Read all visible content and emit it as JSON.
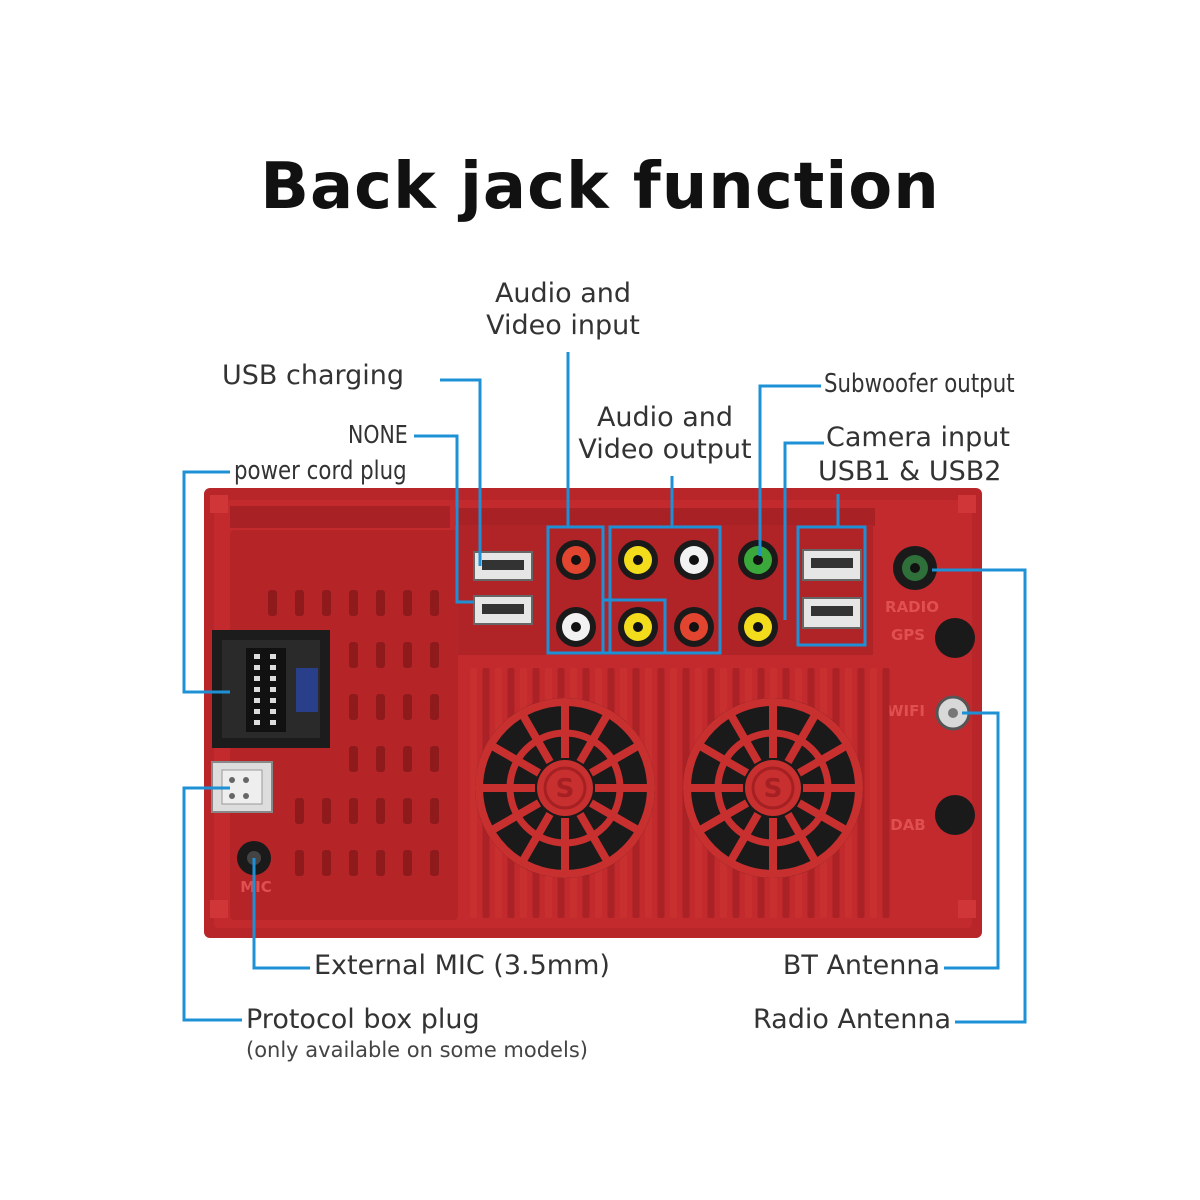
{
  "title": "Back jack function",
  "labels": {
    "audio_video_input": [
      "Audio and",
      "Video input"
    ],
    "audio_video_output": [
      "Audio and",
      "Video output"
    ],
    "usb_charging": "USB charging",
    "none": "NONE",
    "power_cord_plug": "power cord plug",
    "subwoofer_output": "Subwoofer output",
    "camera_input": "Camera input",
    "usb1_usb2": "USB1 & USB2",
    "external_mic": "External MIC (3.5mm)",
    "protocol_box_plug": "Protocol box plug",
    "protocol_box_note": "(only available on some models)",
    "bt_antenna": "BT Antenna",
    "radio_antenna": "Radio Antenna"
  },
  "panel_markings": {
    "radio": "RADIO",
    "gps": "GPS",
    "wifi": "WIFI",
    "dab": "DAB",
    "mic": "MIC",
    "fan_logo": "S"
  },
  "colors": {
    "callout_line": "#1e90d6",
    "panel_red": "#c0272a",
    "panel_dark_red": "#8e1a1c",
    "rca_yellow": "#f2dc1c",
    "rca_red": "#e2452f",
    "rca_white": "#f2f2f2",
    "rca_green": "#3aa83a",
    "connector_black": "#1b1b1b"
  }
}
